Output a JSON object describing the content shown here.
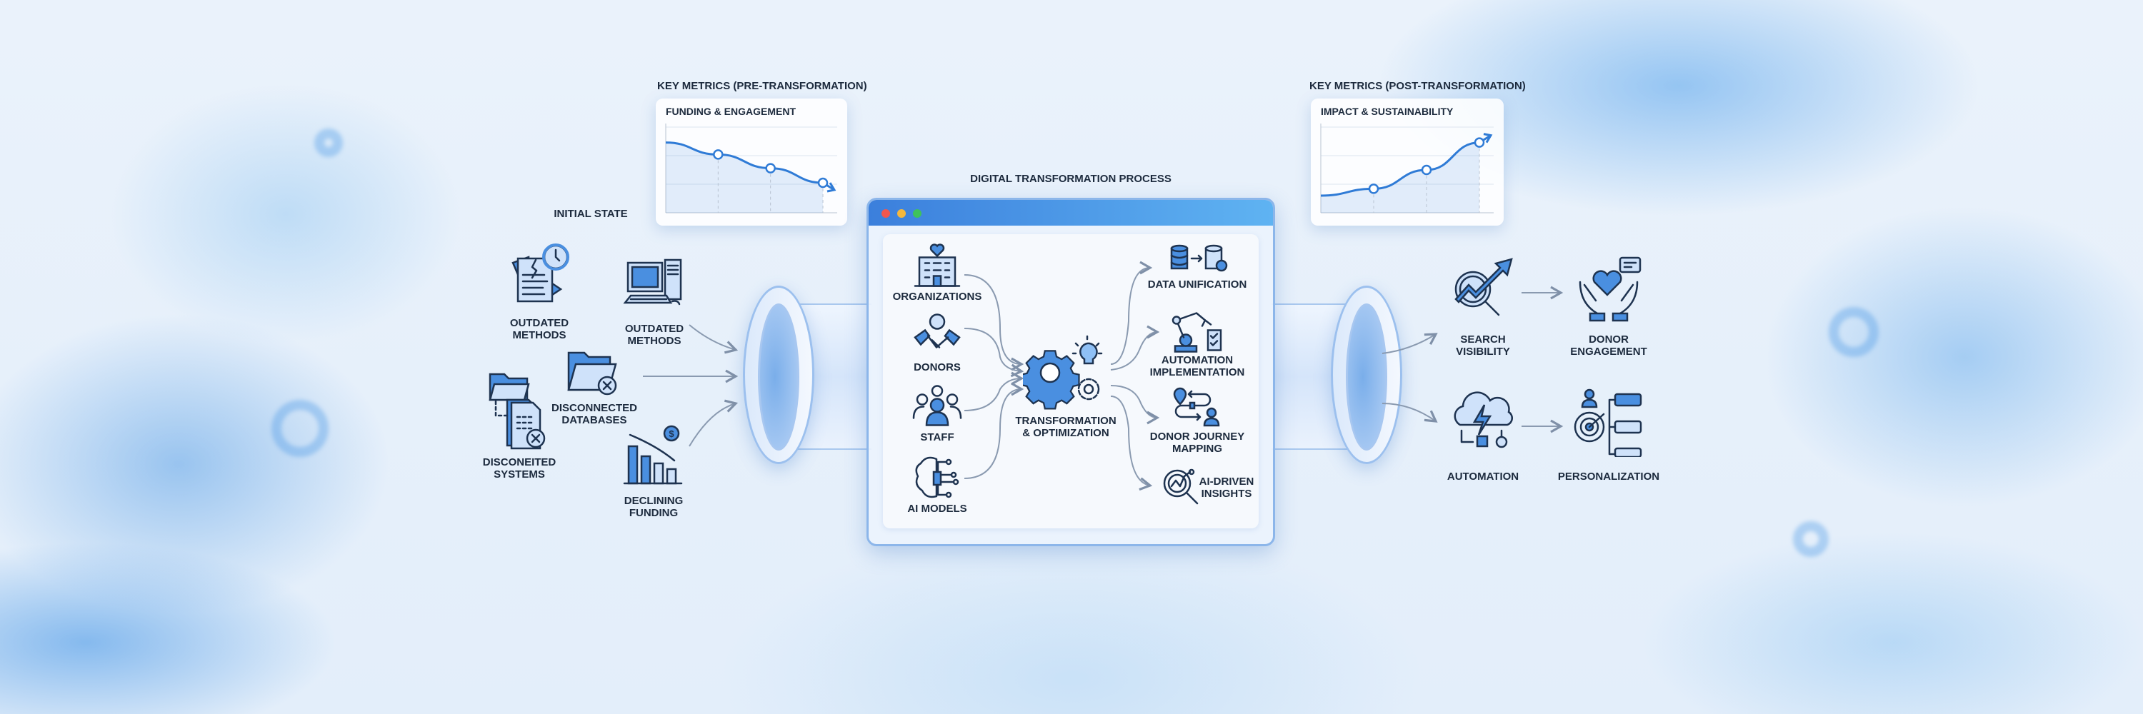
{
  "initial_state": {
    "title": "INITIAL STATE",
    "items": [
      {
        "label_1": "OUTDATED",
        "label_2": "METHODS",
        "icon": "document-clock-icon"
      },
      {
        "label_1": "OUTDATED",
        "label_2": "METHODS",
        "icon": "old-computer-icon"
      },
      {
        "label_1": "DISCONNECTED",
        "label_2": "DATABASES",
        "icon": "folder-x-icon"
      },
      {
        "label_1": "DISCONEITED",
        "label_2": "SYSTEMS",
        "icon": "files-x-icon"
      },
      {
        "label_1": "DECLINING",
        "label_2": "FUNDING",
        "icon": "declining-bars-icon"
      }
    ]
  },
  "pre_metrics": {
    "heading": "KEY METRICS (PRE-TRANSFORMATION)",
    "card_title": "FUNDING & ENGAGEMENT"
  },
  "post_metrics": {
    "heading": "KEY METRICS (POST-TRANSFORMATION)",
    "card_title": "IMPACT & SUSTAINABILITY"
  },
  "process": {
    "title": "DIGITAL TRANSFORMATION PROCESS",
    "window_dots": [
      "#f0574f",
      "#f5b83d",
      "#3fc25a"
    ],
    "inputs": [
      {
        "label": "ORGANIZATIONS",
        "icon": "building-heart-icon"
      },
      {
        "label": "DONORS",
        "icon": "handshake-icon"
      },
      {
        "label": "STAFF",
        "icon": "team-icon"
      },
      {
        "label": "AI MODELS",
        "icon": "brain-chip-icon"
      }
    ],
    "center": {
      "label_1": "TRANSFORMATION",
      "label_2": "& OPTIMIZATION",
      "icon": "gears-lightbulb-icon"
    },
    "outputs": [
      {
        "label_1": "DATA UNIFICATION",
        "label_2": "",
        "icon": "database-sync-icon"
      },
      {
        "label_1": "AUTOMATION",
        "label_2": "IMPLEMENTATION",
        "icon": "robot-arm-icon"
      },
      {
        "label_1": "DONOR JOURNEY",
        "label_2": "MAPPING",
        "icon": "journey-map-icon"
      },
      {
        "label_1": "AI-DRIVEN",
        "label_2": "INSIGHTS",
        "icon": "magnifier-chart-icon"
      }
    ]
  },
  "outcomes": [
    {
      "label_1": "SEARCH",
      "label_2": "VISIBILITY",
      "icon": "search-growth-icon"
    },
    {
      "label_1": "DONOR",
      "label_2": "ENGAGEMENT",
      "icon": "hands-heart-icon"
    },
    {
      "label_1": "AUTOMATION",
      "label_2": "",
      "icon": "cloud-bolt-icon"
    },
    {
      "label_1": "PERSONALIZATION",
      "label_2": "",
      "icon": "target-profile-icon"
    }
  ],
  "colors": {
    "accent": "#4a8fe0",
    "line": "#2f7bd6",
    "text": "#1c2a3d"
  },
  "chart_data": [
    {
      "type": "line",
      "title": "FUNDING & ENGAGEMENT",
      "x": [
        0,
        1,
        2,
        3
      ],
      "y": [
        82,
        68,
        52,
        35
      ],
      "ylim": [
        0,
        100
      ],
      "trend": "down",
      "grid": true
    },
    {
      "type": "line",
      "title": "IMPACT & SUSTAINABILITY",
      "x": [
        0,
        1,
        2,
        3
      ],
      "y": [
        20,
        28,
        50,
        82
      ],
      "ylim": [
        0,
        100
      ],
      "trend": "up",
      "grid": true
    }
  ]
}
